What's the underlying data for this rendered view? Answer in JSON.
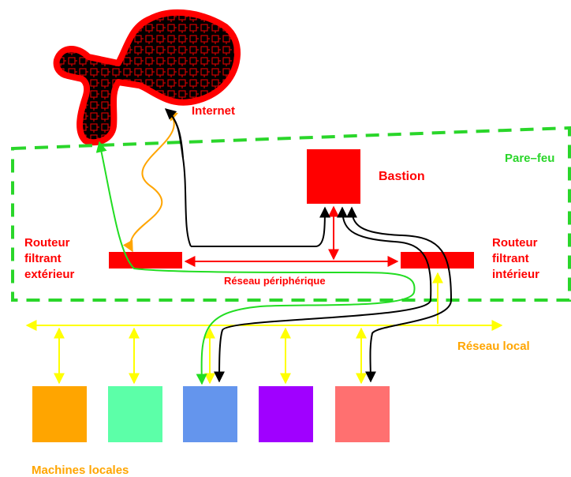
{
  "labels": {
    "internet": "Internet",
    "firewall": "Pare–feu",
    "bastion": "Bastion",
    "outer_router": [
      "Routeur",
      "filtrant",
      "extérieur"
    ],
    "inner_router": [
      "Routeur",
      "filtrant",
      "intérieur"
    ],
    "perimeter_network": "Réseau périphérique",
    "local_network": "Réseau local",
    "local_machines": "Machines locales"
  },
  "colors": {
    "red": "#ff0000",
    "green": "#22dd22",
    "dash_green": "#2ad62a",
    "orange": "#ffa500",
    "yellow": "#ffff00",
    "black": "#000000",
    "machines": [
      "#ffa500",
      "#5cffa8",
      "#6495ed",
      "#a000ff",
      "#ff7070"
    ]
  },
  "icons": [
    "internet-cloud-icon"
  ]
}
